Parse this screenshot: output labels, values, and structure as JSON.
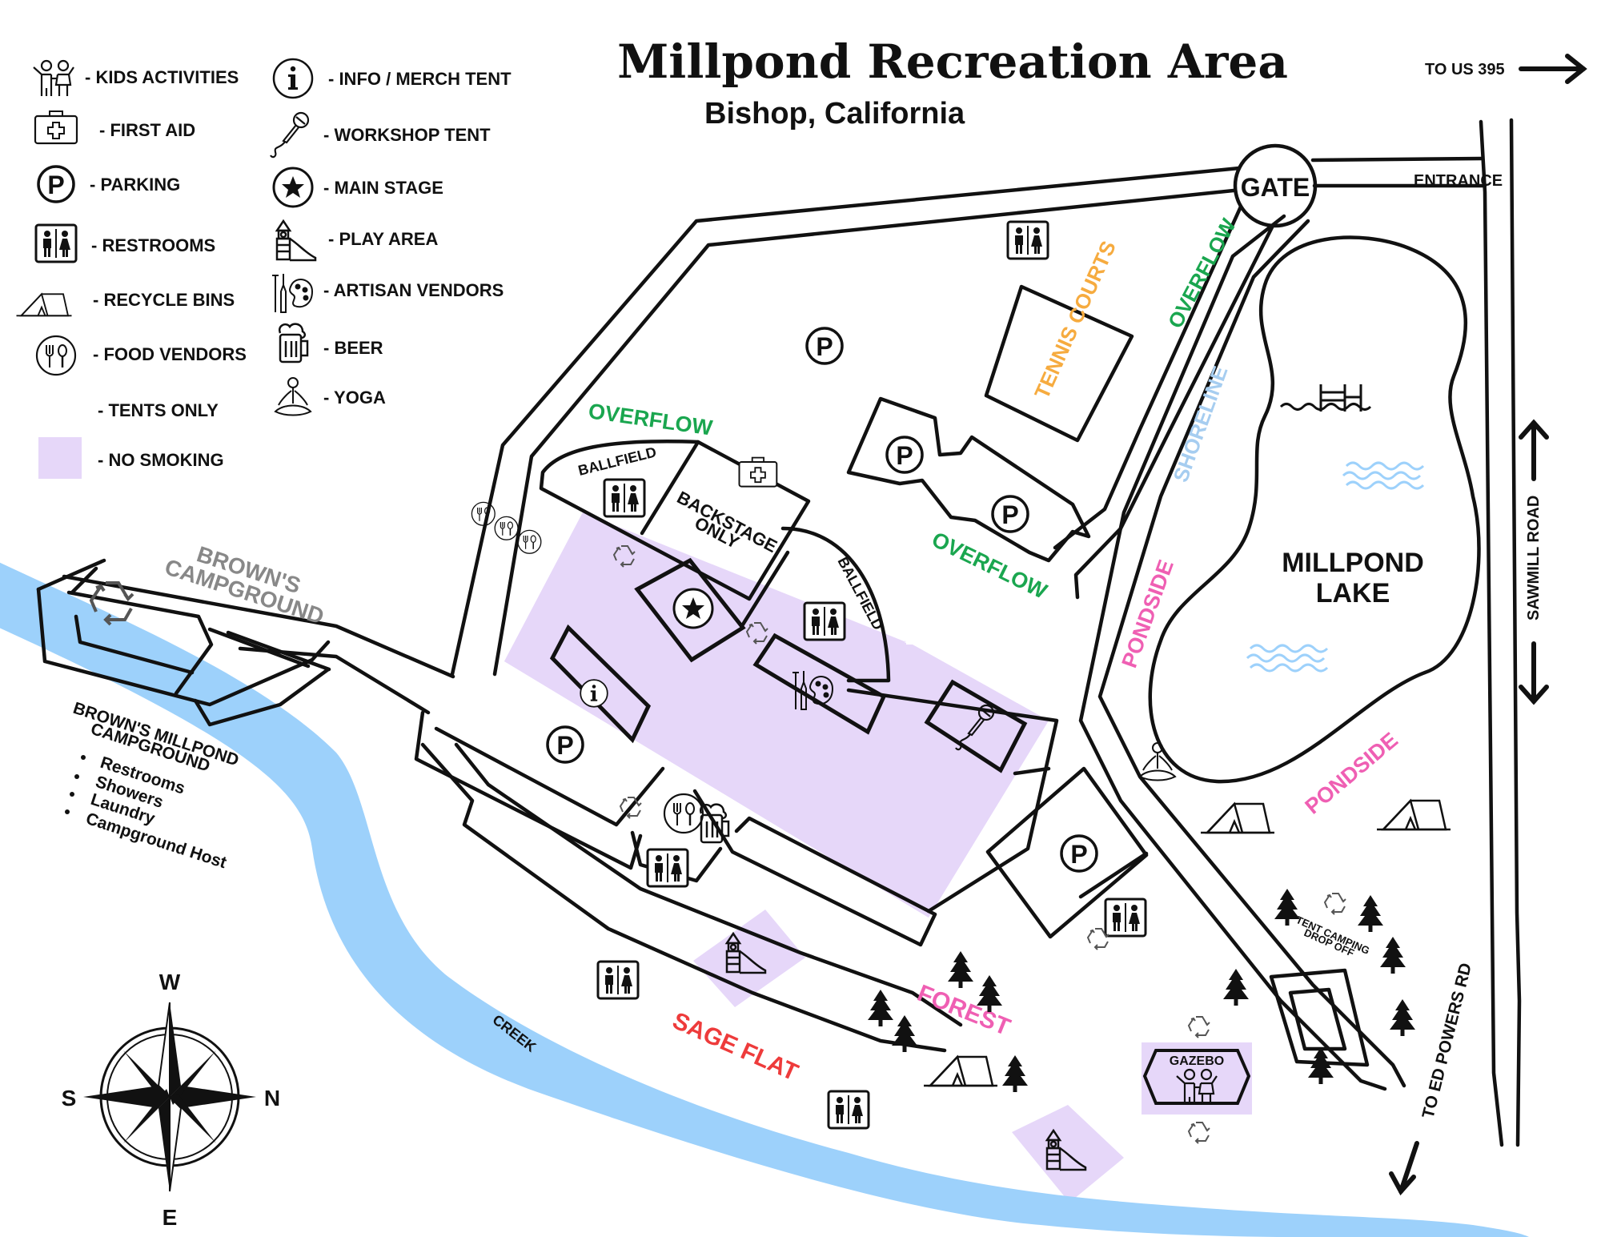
{
  "title": "Millpond Recreation Area",
  "subtitle": "Bishop, California",
  "legend": [
    {
      "icon": "kids-activities-icon",
      "label": "- KIDS ACTIVITIES"
    },
    {
      "icon": "first-aid-icon",
      "label": "- FIRST AID"
    },
    {
      "icon": "parking-icon",
      "label": "- PARKING"
    },
    {
      "icon": "restrooms-icon",
      "label": "- RESTROOMS"
    },
    {
      "icon": "recycle-icon",
      "label": "- RECYCLE BINS"
    },
    {
      "icon": "food-vendors-icon",
      "label": "- FOOD VENDORS"
    },
    {
      "icon": "tent-icon",
      "label": "- TENTS ONLY"
    },
    {
      "icon": "no-smoking-swatch",
      "label": "- NO SMOKING"
    },
    {
      "icon": "info-icon",
      "label": "- INFO / MERCH TENT"
    },
    {
      "icon": "microphone-icon",
      "label": "- WORKSHOP TENT"
    },
    {
      "icon": "star-icon",
      "label": "- MAIN STAGE"
    },
    {
      "icon": "playground-icon",
      "label": "- PLAY AREA"
    },
    {
      "icon": "artisan-icon",
      "label": "- ARTISAN VENDORS"
    },
    {
      "icon": "beer-icon",
      "label": "- BEER"
    },
    {
      "icon": "yoga-icon",
      "label": "- YOGA"
    }
  ],
  "labels": {
    "to_us395": "TO US 395",
    "gate": "GATE",
    "entrance": "ENTRANCE",
    "sawmill_road": "SAWMILL ROAD",
    "to_ed_powers": "TO ED POWERS RD",
    "overflow": "OVERFLOW",
    "shoreline": "SHORELINE",
    "tennis_courts": "TENNIS COURTS",
    "millpond_lake_1": "MILLPOND",
    "millpond_lake_2": "LAKE",
    "pondside": "PONDSIDE",
    "ballfield": "BALLFIELD",
    "backstage_1": "BACKSTAGE",
    "backstage_2": "ONLY",
    "browns_campground_1": "BROWN'S",
    "browns_campground_2": "CAMPGROUND",
    "browns_millpond_1": "BROWN'S MILLPOND",
    "browns_millpond_2": "CAMPGROUND",
    "amenities": [
      "Restrooms",
      "Showers",
      "Laundry",
      "Campground Host"
    ],
    "creek": "CREEK",
    "sage_flat": "SAGE FLAT",
    "forest": "FOREST",
    "gazebo": "GAZEBO",
    "tent_dropoff_1": "TENT CAMPING",
    "tent_dropoff_2": "DROP OFF",
    "compass_w": "W",
    "compass_s": "S",
    "compass_n": "N",
    "compass_e": "E",
    "parking_letter": "P",
    "info_letter": "i"
  },
  "colors": {
    "no_smoking": "#e6d7f9",
    "creek": "#9dd1fb",
    "overflow": "#1aa64f",
    "pondside": "#ef5fb3",
    "shoreline": "#a6cdf0",
    "tennis": "#f6ab3f",
    "sage_flat": "#ee3b3b",
    "forest": "#ef5fb3",
    "browns": "#888888",
    "ink": "#111111"
  }
}
